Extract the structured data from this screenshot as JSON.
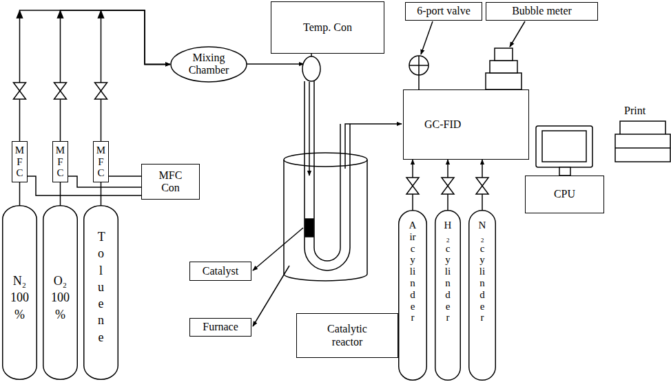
{
  "diagram": {
    "nodes": [
      {
        "text": [
          "MFC"
        ]
      },
      {
        "text": [
          "MFC"
        ]
      },
      {
        "text": [
          "MFC"
        ]
      },
      {
        "text": [
          "N₂ 100 %"
        ]
      },
      {
        "text": [
          "O₂ 100 %"
        ]
      },
      {
        "text": [
          "Toluene"
        ]
      },
      {
        "text": [
          "MFC Con"
        ]
      },
      {
        "text": [
          "Mixing Chamber"
        ]
      },
      {
        "text": [
          "Temp. Con"
        ]
      },
      {
        "text": [
          "Catalyst"
        ]
      },
      {
        "text": [
          "Furnace"
        ]
      },
      {
        "text": [
          "Catalytic reactor"
        ]
      },
      {
        "text": [
          "6-port valve"
        ]
      },
      {
        "text": [
          "Bubble meter"
        ]
      },
      {
        "text": [
          "GC-FID"
        ]
      },
      {
        "text": [
          "Air cylinder"
        ]
      },
      {
        "text": [
          "H₂ cylinder"
        ]
      },
      {
        "text": [
          "N₂ cylinder"
        ]
      },
      {
        "text": [
          "CPU"
        ]
      }
    ],
    "edges": [
      {
        "from": 3,
        "to": 0,
        "arrow": "none"
      },
      {
        "from": 4,
        "to": 1,
        "arrow": "none"
      },
      {
        "from": 5,
        "to": 2,
        "arrow": "none"
      },
      {
        "from": 0,
        "to": 7,
        "arrow": "to"
      },
      {
        "from": 1,
        "to": 7,
        "arrow": "to"
      },
      {
        "from": 2,
        "to": 7,
        "arrow": "to"
      },
      {
        "from": 6,
        "to": 0,
        "arrow": "none"
      },
      {
        "from": 6,
        "to": 1,
        "arrow": "none"
      },
      {
        "from": 6,
        "to": 2,
        "arrow": "none"
      },
      {
        "from": 15,
        "to": 14,
        "arrow": "to"
      },
      {
        "from": 16,
        "to": 14,
        "arrow": "to"
      },
      {
        "from": 17,
        "to": 14,
        "arrow": "to"
      }
    ],
    "labels": [
      "Print"
    ]
  }
}
